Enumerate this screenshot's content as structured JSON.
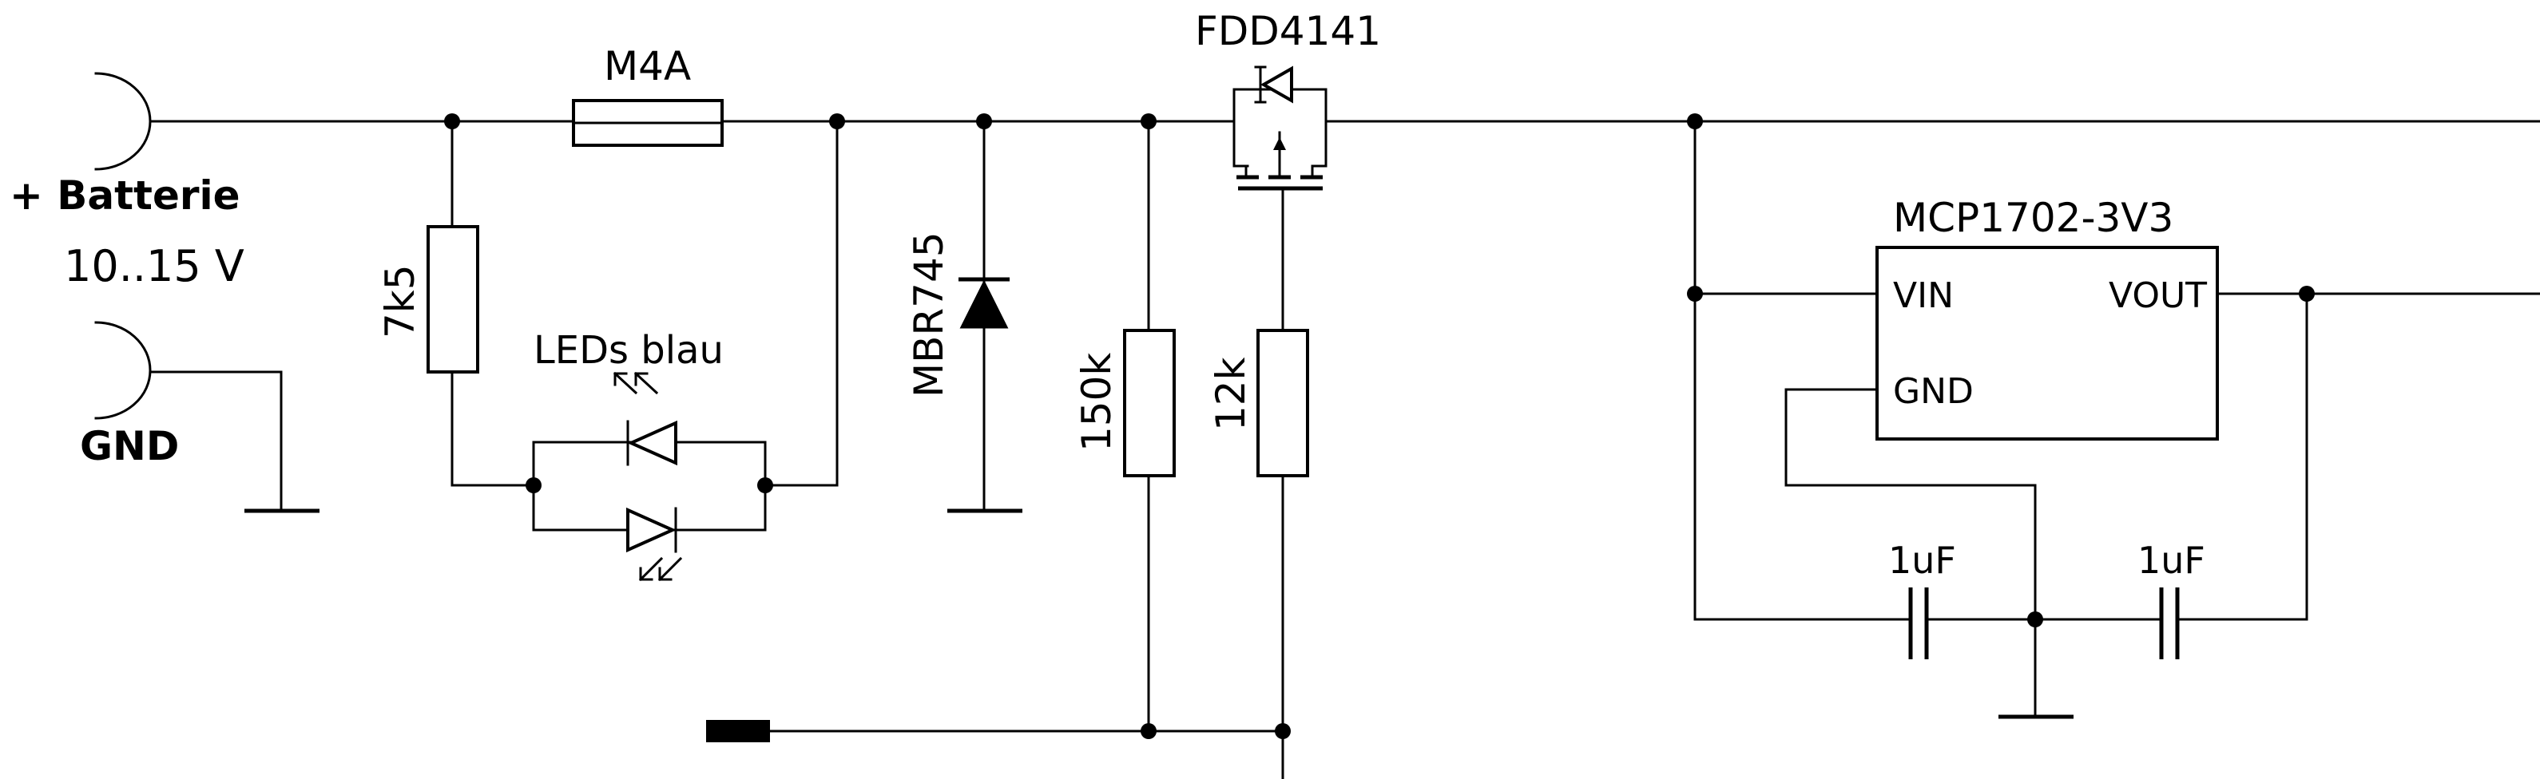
{
  "battery": {
    "plus_label": "+ Batterie",
    "voltage_label": "10..15 V",
    "gnd_label": "GND"
  },
  "fuse": {
    "label": "M4A"
  },
  "resistor_led": {
    "label": "7k5"
  },
  "leds": {
    "label": "LEDs blau"
  },
  "schottky_diode": {
    "label": "MBR745"
  },
  "mosfet": {
    "label": "FDD4141"
  },
  "resistor_divider_top": {
    "label": "150k"
  },
  "resistor_divider_bottom": {
    "label": "12k"
  },
  "regulator": {
    "label": "MCP1702-3V3",
    "pin_vin": "VIN",
    "pin_vout": "VOUT",
    "pin_gnd": "GND"
  },
  "capacitor_in": {
    "label": "1uF"
  },
  "capacitor_out": {
    "label": "1uF"
  }
}
